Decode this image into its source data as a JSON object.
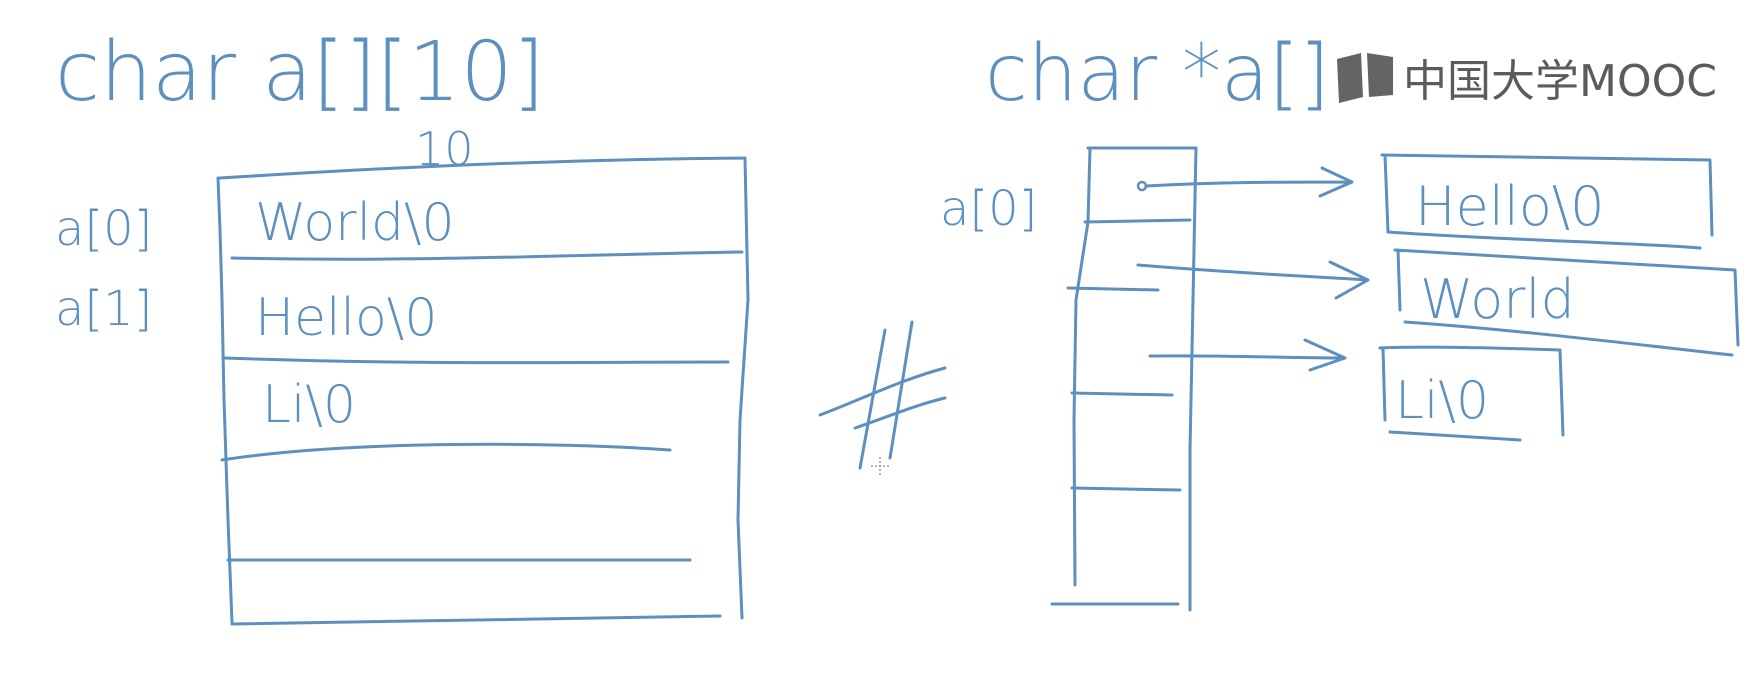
{
  "left": {
    "declaration": "char a[][10]",
    "width_label": "10",
    "row_labels": [
      "a[0]",
      "a[1]"
    ],
    "rows": [
      "World\\0",
      "Hello\\0",
      "Li\\0"
    ]
  },
  "middle": {
    "symbol": "≠"
  },
  "right": {
    "declaration": "char *a[]",
    "row_label": "a[0]",
    "strings": [
      "Hello\\0",
      "World",
      "Li\\0"
    ]
  },
  "watermark": {
    "brand": "中国大学MOOC"
  },
  "colors": {
    "ink": "#5d8fbf",
    "watermark": "#3f3f3f"
  }
}
